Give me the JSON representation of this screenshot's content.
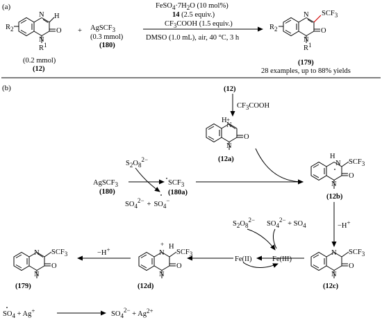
{
  "panel_a": {
    "label": "(a)",
    "reactant": {
      "sub_r2": "R",
      "sub_r2_sup": "2",
      "sub_r1": "R",
      "sub_r1_sup": "1",
      "atom_n": "N",
      "atom_h": "H",
      "atom_o": "O",
      "amount": "(0.2 mmol)",
      "id": "(12)"
    },
    "plus": "+",
    "reagent": {
      "formula": "AgSCF",
      "formula_sub": "3",
      "amount": "(0.3 mmol)",
      "id": "(180)"
    },
    "conditions": {
      "line1": "FeSO",
      "line1_sub": "4",
      "line1_rest": "·7H",
      "line1_sub2": "2",
      "line1_end": "O (10 mol%)",
      "line2_bold": "14",
      "line2_rest": " (2.5 equiv.)",
      "line3": "CF",
      "line3_sub": "3",
      "line3_rest": "COOH (1.5 equiv.)",
      "line4": "DMSO (1.0 mL), air, 40 °C, 3 h"
    },
    "product": {
      "group": "SCF",
      "group_sub": "3",
      "atom_n": "N",
      "atom_o": "O",
      "sub_r2": "R",
      "sub_r2_sup": "2",
      "sub_r1": "R",
      "sub_r1_sup": "1",
      "id": "(179)",
      "note": "28 examples, up to 88% yields"
    }
  },
  "panel_b": {
    "label": "(b)",
    "start": "(12)",
    "acid": "CF",
    "acid_sub": "3",
    "acid_rest": "COOH",
    "i12a": {
      "id": "(12a)",
      "atom_nh": "H",
      "atom_n": "N",
      "atom_o": "O",
      "plus": "+"
    },
    "agscf3": {
      "formula": "AgSCF",
      "formula_sub": "3",
      "id": "(180)"
    },
    "persulfate": {
      "a": "S",
      "a_sub": "2",
      "b": "O",
      "b_sub": "8",
      "charge": "2−"
    },
    "sulfate_products": {
      "a": "SO",
      "a_sub": "4",
      "a_charge": "2−",
      "plus": "+",
      "b": "SO",
      "b_sub": "4",
      "b_charge": "−"
    },
    "radical": {
      "formula": "SCF",
      "formula_sub": "3",
      "id": "(180a)"
    },
    "i12b": {
      "id": "(12b)",
      "atom_nh": "H",
      "atom_n": "N",
      "atom_o": "O",
      "group": "SCF",
      "group_sub": "3"
    },
    "deprotonation": "−H",
    "deprotonation_sup": "+",
    "i12c": {
      "id": "(12c)",
      "atom_n": "N",
      "atom_o": "O",
      "group": "SCF",
      "group_sub": "3"
    },
    "fe_cycle": {
      "persulfate": "S",
      "persulfate_sub": "2",
      "persulfate_b": "O",
      "persulfate_b_sub": "8",
      "persulfate_charge": "2−",
      "products": "SO",
      "products_sub": "4",
      "products_charge": "2−",
      "products_plus": " + SO",
      "products_sub2": "4",
      "fe2": "Fe(II)",
      "fe3": "Fe(III)"
    },
    "i12d": {
      "id": "(12d)",
      "atom_n": "N",
      "atom_h": "H",
      "atom_o": "O",
      "plus": "+",
      "group": "SCF",
      "group_sub": "3"
    },
    "final_step": "−H",
    "final_step_sup": "+",
    "product": {
      "id": "(179)",
      "atom_n": "N",
      "atom_o": "O",
      "group": "SCF",
      "group_sub": "3"
    },
    "silver": {
      "lhs": "SO",
      "lhs_sub": "4",
      "lhs_plus": " + Ag",
      "lhs_sup": "+",
      "rhs": "SO",
      "rhs_sub": "4",
      "rhs_charge": "2−",
      "rhs_plus": " + Ag",
      "rhs_sup": "2+"
    }
  }
}
